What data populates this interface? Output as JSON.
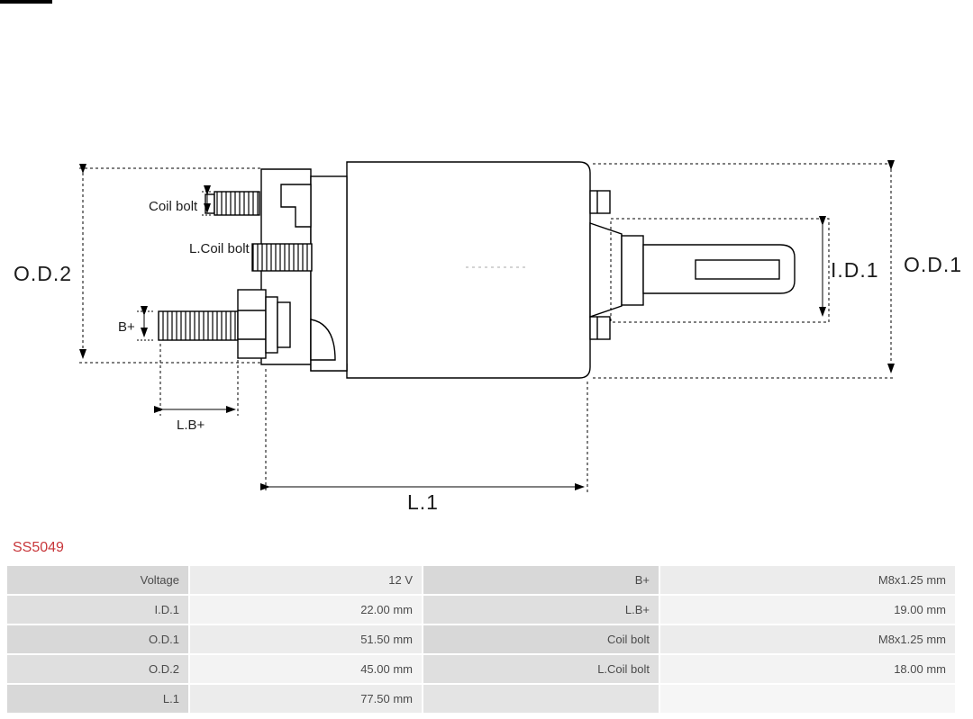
{
  "part_number": "SS5049",
  "accent_color": "#c8373b",
  "diagram": {
    "labels": {
      "od2": "O.D.2",
      "od1": "O.D.1",
      "id1": "I.D.1",
      "coil_bolt": "Coil bolt",
      "l_coil_bolt": "L.Coil bolt",
      "b_plus": "B+",
      "l_b_plus": "L.B+",
      "l1": "L.1"
    }
  },
  "spec_table": {
    "rows": [
      {
        "cells": [
          "Voltage",
          "12 V",
          "B+",
          "M8x1.25 mm"
        ]
      },
      {
        "cells": [
          "I.D.1",
          "22.00 mm",
          "L.B+",
          "19.00 mm"
        ]
      },
      {
        "cells": [
          "O.D.1",
          "51.50 mm",
          "Coil bolt",
          "M8x1.25 mm"
        ]
      },
      {
        "cells": [
          "O.D.2",
          "45.00 mm",
          "L.Coil bolt",
          "18.00 mm"
        ]
      },
      {
        "cells": [
          "L.1",
          "77.50 mm",
          "",
          ""
        ]
      }
    ]
  }
}
